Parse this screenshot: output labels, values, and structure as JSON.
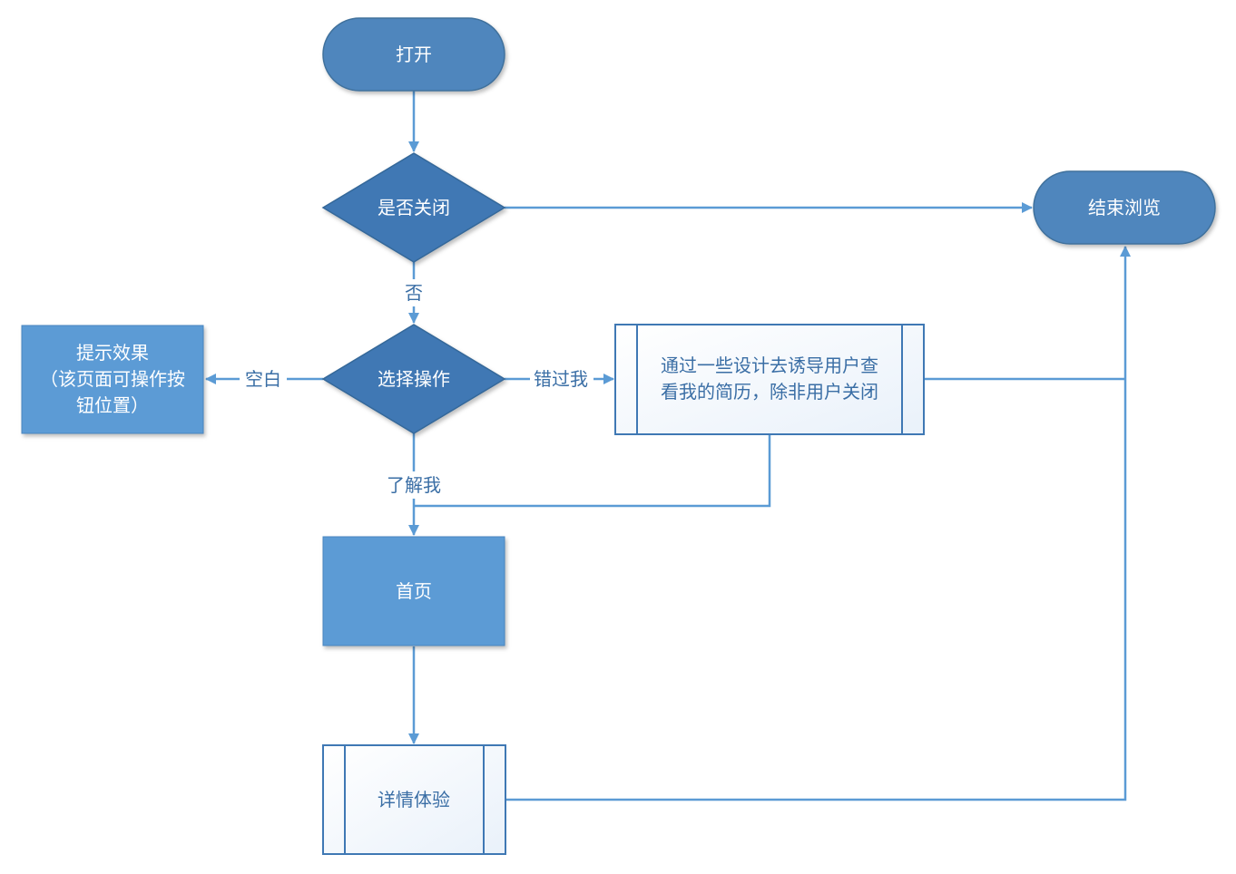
{
  "nodes": {
    "open": "打开",
    "is_close": "是否关闭",
    "end_browse": "结束浏览",
    "choose_op": "选择操作",
    "hint_effect": [
      "提示效果",
      "（该页面可操作按",
      "钮位置）"
    ],
    "mislead": [
      "通过一些设计去诱导用户查",
      "看我的简历，除非用户关闭"
    ],
    "home": "首页",
    "detail": "详情体验"
  },
  "edges": {
    "no": "否",
    "blank": "空白",
    "miss_me": "错过我",
    "know_me": "了解我"
  },
  "colors": {
    "terminal_fill": "#4f86bd",
    "decision_fill": "#3f78b4",
    "process_fill": "#5b9bd5",
    "subprocess_fill": "#f5f9fd",
    "line": "#5b9bd5",
    "text_dark": "#3a6ea5"
  }
}
